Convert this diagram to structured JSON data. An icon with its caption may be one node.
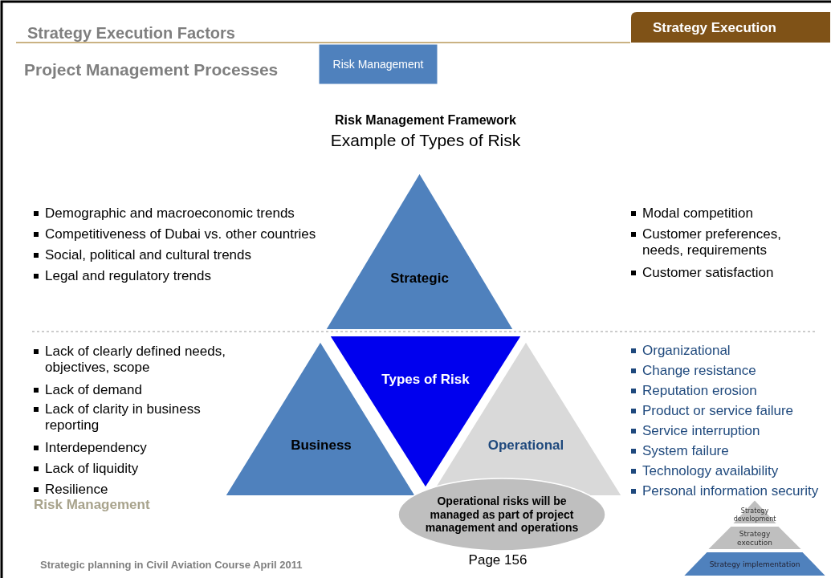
{
  "diagram": {
    "nodes": [
      {
        "text": [
          "Risk Management"
        ]
      },
      {
        "text": [
          "Strategy Execution"
        ]
      },
      {
        "text": [
          "Strategic"
        ]
      },
      {
        "text": [
          "Types of Risk"
        ]
      },
      {
        "text": [
          "Business"
        ]
      },
      {
        "text": [
          "Operational"
        ]
      },
      {
        "text": [
          "Operational risks will be managed as part of project management and operations"
        ]
      },
      {
        "text": [
          "Strategy development"
        ]
      },
      {
        "text": [
          "Strategy execution"
        ]
      },
      {
        "text": [
          "Strategy implementation"
        ]
      }
    ],
    "labels": [
      "Strategy Execution Factors",
      "Project Management Processes",
      "Risk Management Framework",
      "Example of Types of Risk",
      "Demographic and macroeconomic trends",
      "Competitiveness of Dubai vs. other countries",
      "Social, political and cultural trends",
      "Legal and regulatory trends",
      "Modal competition",
      "Customer preferences, needs, requirements",
      "Customer satisfaction",
      "Lack of clearly defined needs, objectives, scope",
      "Lack of demand",
      "Lack of clarity in business reporting",
      "Interdependency",
      "Lack of liquidity",
      "Resilience",
      "Risk Management",
      "Organizational",
      "Change resistance",
      "Reputation erosion",
      "Product or service failure",
      "Service interruption",
      "System failure",
      "Technology availability",
      "Personal information security",
      "Strategic planning in Civil Aviation Course April 2011",
      "Page 156"
    ]
  }
}
